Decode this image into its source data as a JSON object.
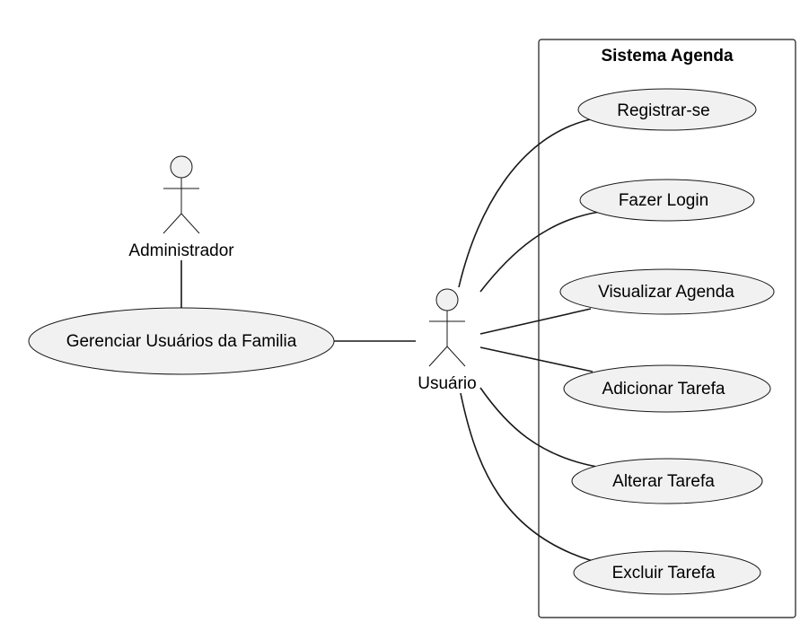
{
  "system": {
    "title": "Sistema Agenda"
  },
  "actors": {
    "admin": {
      "label": "Administrador"
    },
    "user": {
      "label": "Usuário"
    }
  },
  "use_cases": {
    "manage_family": "Gerenciar Usuários da Familia",
    "register": "Registrar-se",
    "login": "Fazer Login",
    "view_agenda": "Visualizar Agenda",
    "add_task": "Adicionar Tarefa",
    "edit_task": "Alterar Tarefa",
    "delete_task": "Excluir Tarefa"
  }
}
